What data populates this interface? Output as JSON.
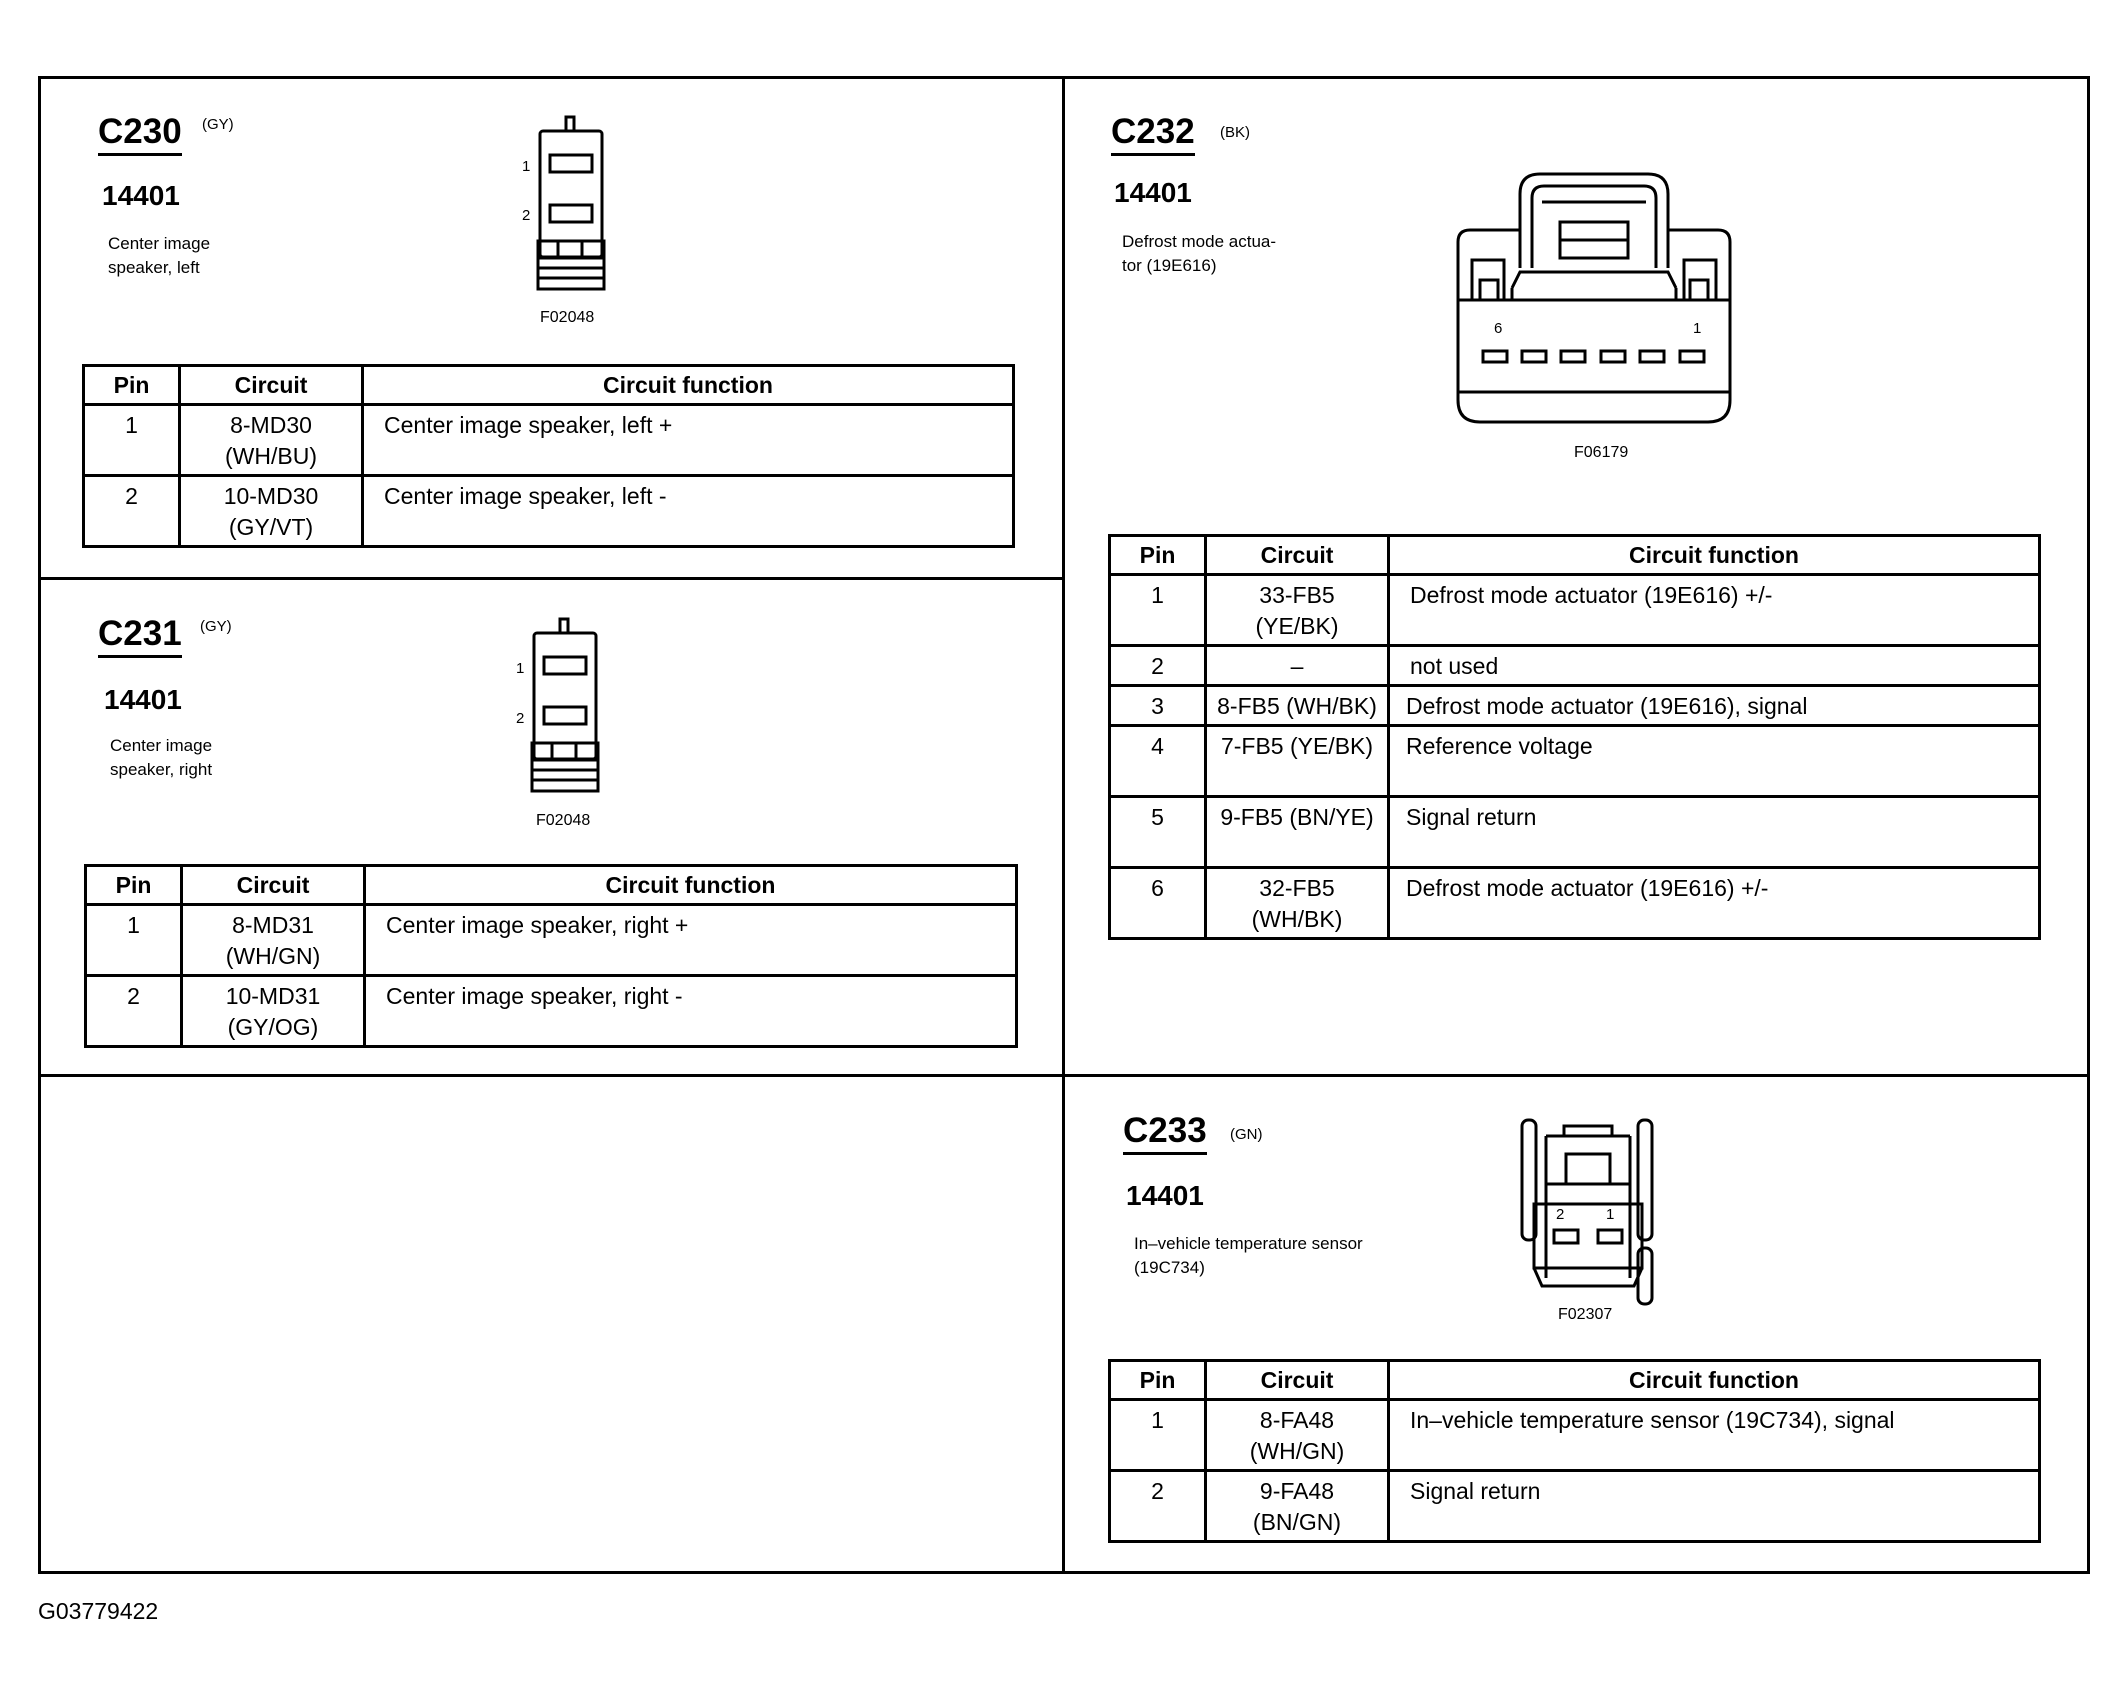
{
  "connectors": [
    {
      "id": "C230",
      "color": "(GY)",
      "part": "14401",
      "description": "Center image\nspeaker, left",
      "figure": "F02048",
      "pin_labels": [
        "1",
        "2"
      ],
      "headers": [
        "Pin",
        "Circuit",
        "Circuit function"
      ],
      "rows": [
        {
          "pin": "1",
          "circuit": "8-MD30\n(WH/BU)",
          "function": "Center image speaker, left +"
        },
        {
          "pin": "2",
          "circuit": "10-MD30\n(GY/VT)",
          "function": "Center image speaker, left -"
        }
      ]
    },
    {
      "id": "C231",
      "color": "(GY)",
      "part": "14401",
      "description": "Center image\nspeaker, right",
      "figure": "F02048",
      "pin_labels": [
        "1",
        "2"
      ],
      "headers": [
        "Pin",
        "Circuit",
        "Circuit function"
      ],
      "rows": [
        {
          "pin": "1",
          "circuit": "8-MD31\n(WH/GN)",
          "function": "Center image speaker, right +"
        },
        {
          "pin": "2",
          "circuit": "10-MD31\n(GY/OG)",
          "function": "Center image speaker, right -"
        }
      ]
    },
    {
      "id": "C232",
      "color": "(BK)",
      "part": "14401",
      "description": "Defrost mode actua-\ntor (19E616)",
      "figure": "F06179",
      "pin_labels": [
        "6",
        "1"
      ],
      "headers": [
        "Pin",
        "Circuit",
        "Circuit function"
      ],
      "rows": [
        {
          "pin": "1",
          "circuit": "33-FB5\n(YE/BK)",
          "function": "Defrost mode actuator (19E616) +/-"
        },
        {
          "pin": "2",
          "circuit": "–",
          "function": "not used"
        },
        {
          "pin": "3",
          "circuit": "8-FB5 (WH/BK)",
          "function": "Defrost mode actuator (19E616), signal"
        },
        {
          "pin": "4",
          "circuit": "7-FB5 (YE/BK)",
          "function": "Reference voltage"
        },
        {
          "pin": "5",
          "circuit": "9-FB5 (BN/YE)",
          "function": "Signal return"
        },
        {
          "pin": "6",
          "circuit": "32-FB5\n(WH/BK)",
          "function": "Defrost mode actuator (19E616) +/-"
        }
      ]
    },
    {
      "id": "C233",
      "color": "(GN)",
      "part": "14401",
      "description": "In–vehicle temperature sensor\n(19C734)",
      "figure": "F02307",
      "pin_labels": [
        "2",
        "1"
      ],
      "headers": [
        "Pin",
        "Circuit",
        "Circuit function"
      ],
      "rows": [
        {
          "pin": "1",
          "circuit": "8-FA48\n(WH/GN)",
          "function": "In–vehicle temperature sensor (19C734), signal"
        },
        {
          "pin": "2",
          "circuit": "9-FA48\n(BN/GN)",
          "function": "Signal return"
        }
      ]
    }
  ],
  "footer_id": "G03779422"
}
